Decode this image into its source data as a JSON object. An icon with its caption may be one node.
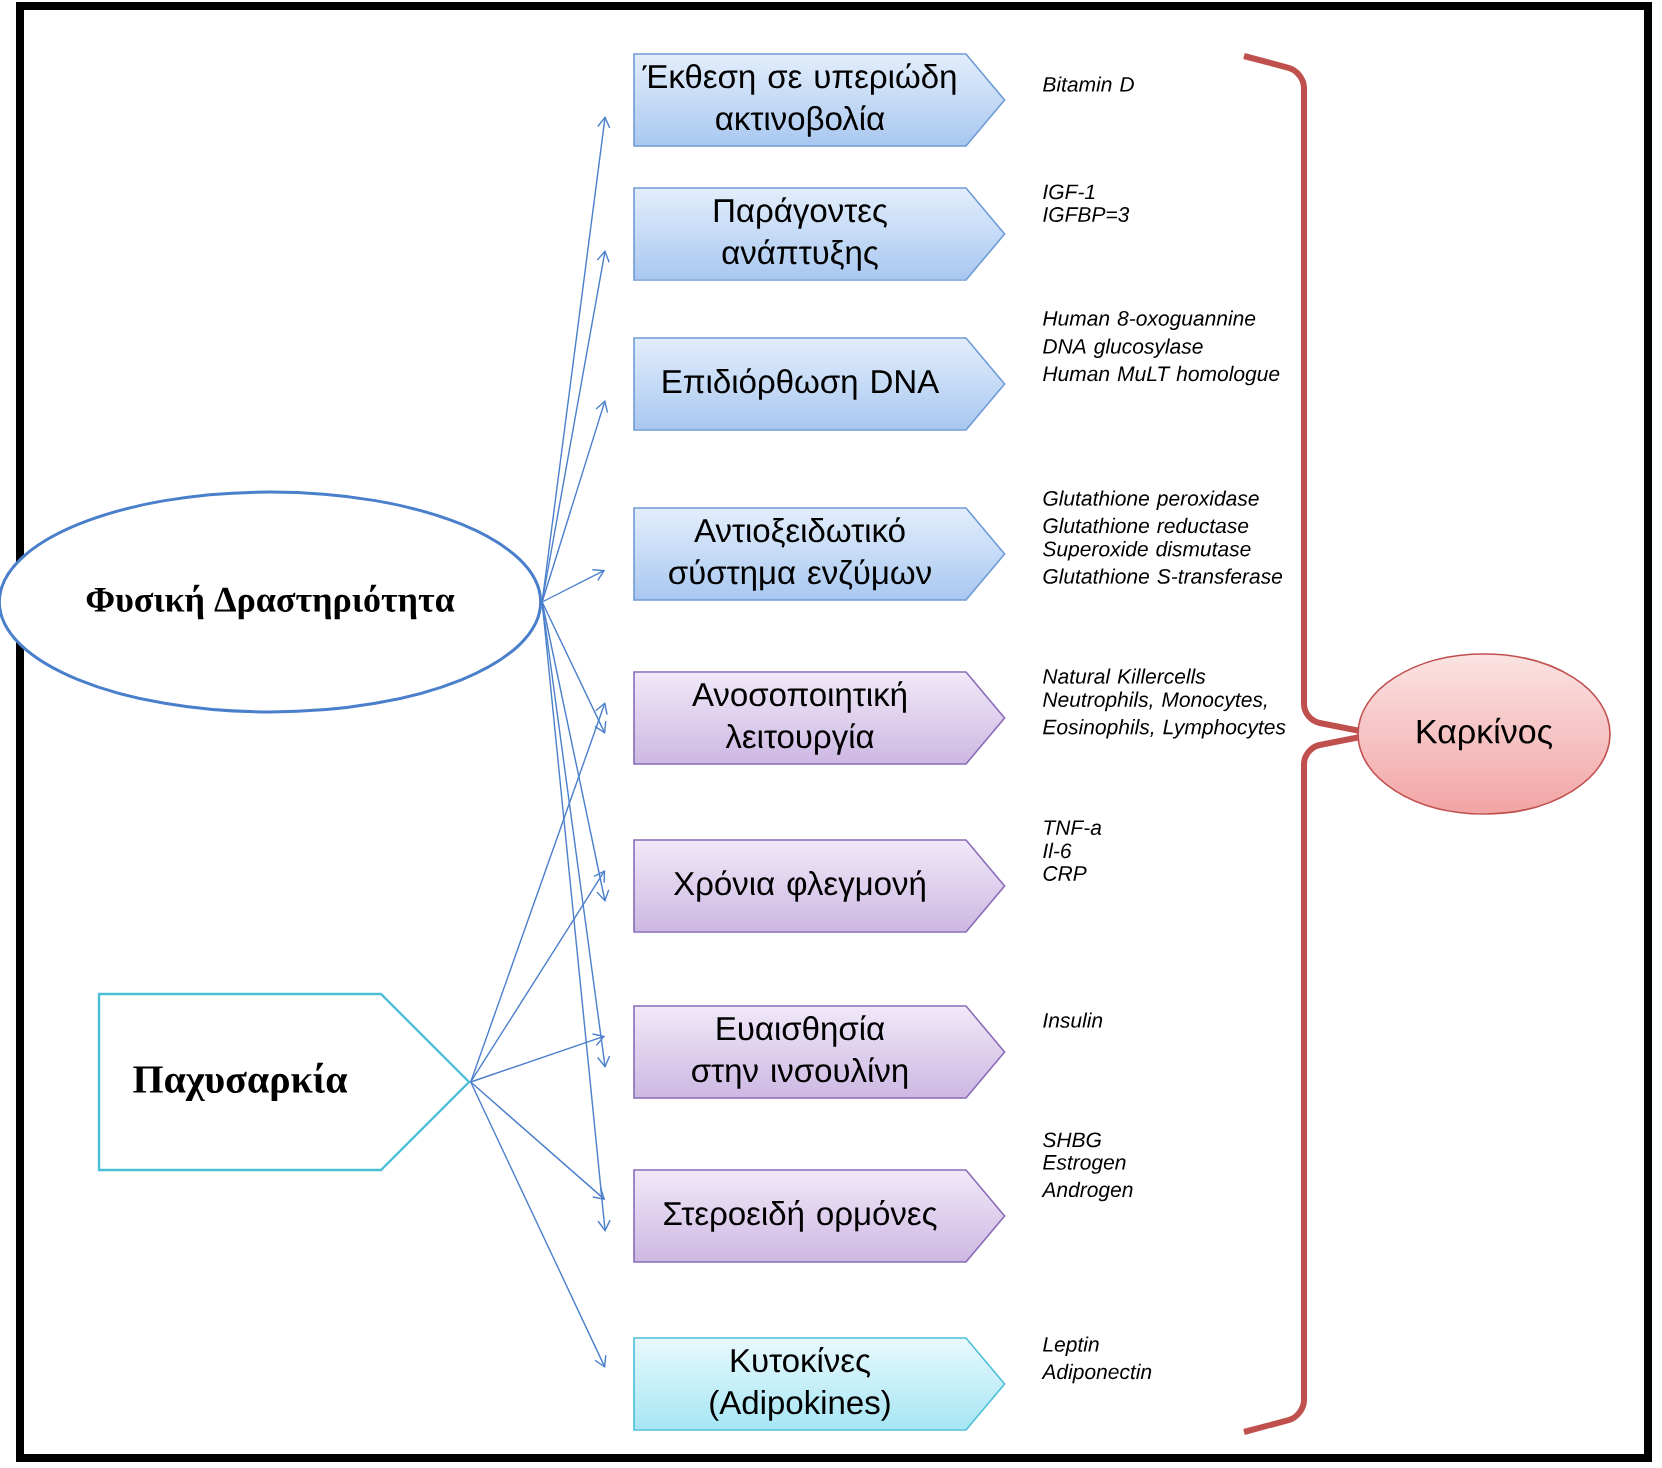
{
  "diagram": {
    "nodes": [
      {
        "text": [
          "Φυσική Δραστηριότητα"
        ]
      },
      {
        "text": [
          "Παχυσαρκία"
        ]
      },
      {
        "text": [
          "Έκθεση σε υπεριώδη ακτινοβολία"
        ],
        "beside": [
          "Bitamin D"
        ]
      },
      {
        "text": [
          "Παράγοντες ανάπτυξης"
        ],
        "beside": [
          "IGF-1",
          "IGFBP=3"
        ]
      },
      {
        "text": [
          "Επιδιόρθωση DNA"
        ],
        "beside": [
          "Human 8-oxoguannine DNA glucosylase",
          "Human MuLT homologue"
        ]
      },
      {
        "text": [
          "Αντιοξειδωτικό σύστημα ενζύμων"
        ],
        "beside": [
          "Glutathione peroxidase",
          "Glutathione reductase",
          "Superoxide dismutase",
          "Glutathione S-transferase"
        ]
      },
      {
        "text": [
          "Ανοσοποιητική λειτουργία"
        ],
        "beside": [
          "Natural Killercells",
          "Neutrophils, Monocytes,",
          "Eosinophils, Lymphocytes"
        ]
      },
      {
        "text": [
          "Χρόνια φλεγμονή"
        ],
        "beside": [
          "TNF-a",
          "Il-6",
          "CRP"
        ]
      },
      {
        "text": [
          "Ευαισθησία στην ινσουλίνη"
        ],
        "beside": [
          "Insulin"
        ]
      },
      {
        "text": [
          "Στεροειδή ορμόνες"
        ],
        "beside": [
          "SHBG",
          "Estrogen",
          "Androgen"
        ]
      },
      {
        "text": [
          "Κυτοκίνες (Adipokines)"
        ],
        "beside": [
          "Leptin",
          "Adiponectin"
        ]
      },
      {
        "text": [
          "Καρκίνος"
        ]
      }
    ],
    "edges": [
      {
        "from": 0,
        "to": 2,
        "arrow": "to"
      },
      {
        "from": 0,
        "to": 3,
        "arrow": "to"
      },
      {
        "from": 0,
        "to": 4,
        "arrow": "to"
      },
      {
        "from": 0,
        "to": 5,
        "arrow": "to"
      },
      {
        "from": 0,
        "to": 6,
        "arrow": "to"
      },
      {
        "from": 0,
        "to": 7,
        "arrow": "to"
      },
      {
        "from": 0,
        "to": 8,
        "arrow": "to"
      },
      {
        "from": 0,
        "to": 9,
        "arrow": "to"
      },
      {
        "from": 1,
        "to": 6,
        "arrow": "to"
      },
      {
        "from": 1,
        "to": 7,
        "arrow": "to"
      },
      {
        "from": 1,
        "to": 8,
        "arrow": "to"
      },
      {
        "from": 1,
        "to": 9,
        "arrow": "to"
      },
      {
        "from": 1,
        "to": 10,
        "arrow": "to"
      }
    ]
  }
}
